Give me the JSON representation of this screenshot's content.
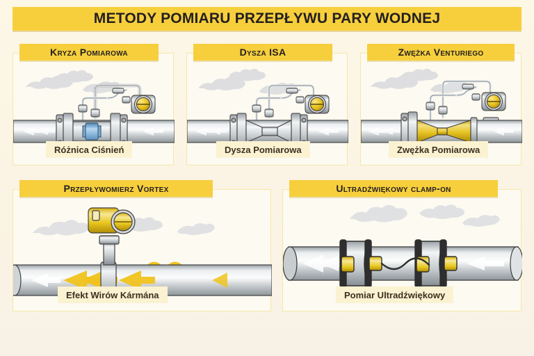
{
  "header": {
    "title": "METODY POMIARU PRZEPŁYWU PARY WODNEJ"
  },
  "colors": {
    "background": "#fdf6e3",
    "accent_yellow": "#f7cf3c",
    "card_bg": "#fcfaf1",
    "card_border": "#f6e7a8",
    "caption_bg": "#fbf2d2",
    "text_dark": "#231f20",
    "pipe_metal": "#c9ccce",
    "pipe_metal_light": "#eef0f1",
    "pipe_metal_dark": "#8a9196",
    "steam_grey": "#d8d9df",
    "gold": "#e8c21f",
    "gold_dark": "#c79b10",
    "orifice_blue": "#7fb2dd",
    "outline": "#3a3a3a"
  },
  "panels": [
    {
      "id": "orifice",
      "header": "Kryza Pomiarowa",
      "caption": "Różnica Ciśnień",
      "device_icons": [
        "pressure-transmitter-icon",
        "impulse-lines-icon",
        "flange-pair-icon",
        "orifice-plate-icon"
      ]
    },
    {
      "id": "isa-nozzle",
      "header": "Dysza ISA",
      "caption": "Dysza Pomiarowa",
      "device_icons": [
        "pressure-transmitter-icon",
        "impulse-lines-icon",
        "flange-pair-icon",
        "nozzle-icon"
      ]
    },
    {
      "id": "venturi",
      "header": "Zwężka Venturiego",
      "caption": "Zwężka Pomiarowa",
      "device_icons": [
        "pressure-transmitter-icon",
        "impulse-lines-icon",
        "flange-icon",
        "venturi-tube-icon"
      ]
    },
    {
      "id": "vortex",
      "header": "Przepływomierz Vortex",
      "caption": "Efekt Wirów Kármána",
      "device_icons": [
        "vortex-transmitter-icon",
        "bluff-body-icon",
        "vortex-swirl-icon",
        "flow-arrow-icon"
      ]
    },
    {
      "id": "ultrasonic",
      "header": "Ultradźwiękowy clamp-on",
      "caption": "Pomiar Ultradźwiękowy",
      "device_icons": [
        "clamp-on-transducer-icon",
        "sensor-cable-icon",
        "flow-arrow-icon"
      ]
    }
  ]
}
